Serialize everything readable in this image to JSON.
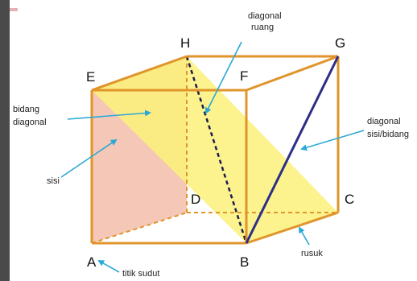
{
  "vertices": {
    "A": "A",
    "B": "B",
    "C": "C",
    "D": "D",
    "E": "E",
    "F": "F",
    "G": "G",
    "H": "H"
  },
  "labels": {
    "diagonal_ruang_line1": "diagonal",
    "diagonal_ruang_line2": "ruang",
    "bidang_diagonal_line1": "bidang",
    "bidang_diagonal_line2": "diagonal",
    "sisi": "sisi",
    "diagonal_sisi_line1": "diagonal",
    "diagonal_sisi_line2": "sisi/bidang",
    "rusuk": "rusuk",
    "titik_sudut": "titik sudut"
  },
  "colors": {
    "edge": "#e0952b",
    "plane": "#fbf17a",
    "face": "#f4c7b6",
    "space_diagonal": "#1d1d4a",
    "face_diagonal": "#2c2f86",
    "arrow": "#2aa9d6",
    "left_strip": "#4a4a4a"
  }
}
